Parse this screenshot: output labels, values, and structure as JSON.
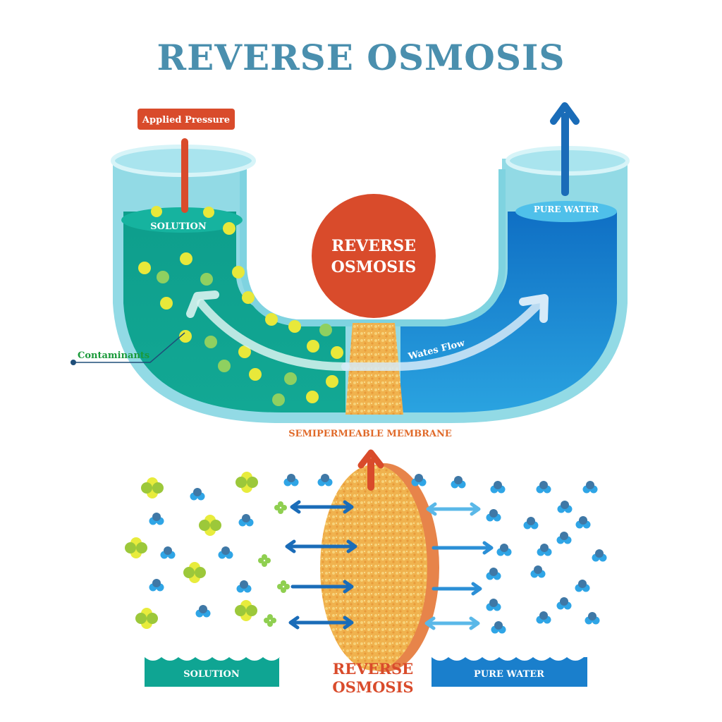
{
  "title": "REVERSE OSMOSIS",
  "top_diagram": {
    "applied_pressure_label": "Applied Pressure",
    "solution_label": "SOLUTION",
    "pure_water_label": "PURE WATER",
    "center_badge": {
      "line1": "REVERSE",
      "line2": "OSMOSIS"
    },
    "contaminants_label": "Contaminants",
    "water_flow_label": "Wates Flow",
    "membrane_label": "SEMIPERMEABLE MEMBRANE"
  },
  "bottom_diagram": {
    "solution_label": "SOLUTION",
    "center_label": {
      "line1": "REVERSE",
      "line2": "OSMOSIS"
    },
    "pure_water_label": "PURE WATER"
  },
  "colors": {
    "title": "#4a8fae",
    "solution": "#0fa593",
    "pure_water": "#1a7fcc",
    "pressure": "#d94b2b",
    "membrane": "#f0b650",
    "contaminant_yellow": "#e8e83a",
    "contaminant_green": "#8fcf50",
    "water_molecule": "#2f9ee0",
    "arrow_dark": "#1a6cb8",
    "arrow_light": "#5ab8e8",
    "contaminants_text": "#1a9a3a",
    "membrane_text": "#e06a2a"
  }
}
